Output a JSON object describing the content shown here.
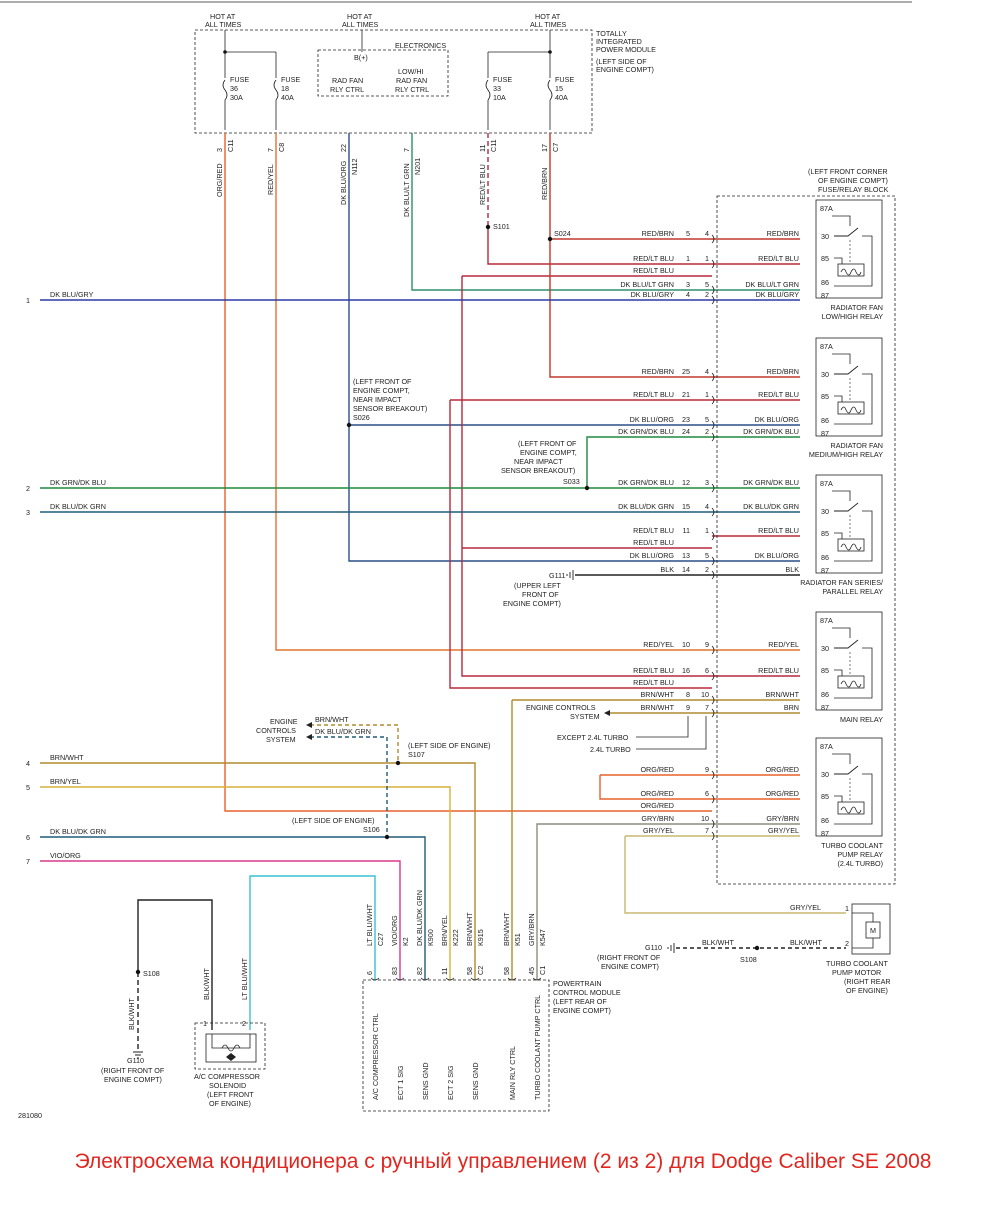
{
  "diagram_id": "281080",
  "caption": "Электросхема кондиционера с ручный управлением (2 из 2) для Dodge Caliber SE 2008",
  "colors": {
    "org_red": "#e8602c",
    "red_yel": "#e2752f",
    "dk_blu_org": "#2a4f8a",
    "dk_blu_lt_grn": "#2d8f6a",
    "red_lt_blu": "#b8283c",
    "red_brn": "#c0392b",
    "dk_blu_gry": "#2b3aa8",
    "dk_grn_dk_blu": "#1e8a3e",
    "dk_blu_dk_grn": "#1f5c78",
    "brn_wht": "#b08a2e",
    "brn_yel": "#d9b13a",
    "vio_org": "#d93a8a",
    "lt_blu_wht": "#39c0d0",
    "blk_wht": "#222222",
    "blk": "#222222",
    "gry_blu": "#8a8f7a",
    "gry_yel": "#c8b870",
    "grn_brn": "#6b8a3a",
    "caption": "#e0261f"
  },
  "tipm": {
    "hot": [
      "HOT AT",
      "ALL TIMES"
    ],
    "title": [
      "TOTALLY",
      "INTEGRATED",
      "POWER MODULE",
      "(LEFT SIDE OF",
      "ENGINE COMPT)"
    ],
    "electronics": "ELECTRONICS",
    "bplus": "B(+)",
    "rad_fan": [
      "RAD FAN",
      "RLY CTRL"
    ],
    "low_hi": [
      "LOW/HI",
      "RAD FAN",
      "RLY CTRL"
    ],
    "fuses": [
      {
        "label": [
          "FUSE",
          "36",
          "30A"
        ]
      },
      {
        "label": [
          "FUSE",
          "18",
          "40A"
        ]
      },
      {
        "label": [
          "FUSE",
          "33",
          "10A"
        ]
      },
      {
        "label": [
          "FUSE",
          "15",
          "40A"
        ]
      }
    ],
    "pins": [
      {
        "pin": "3",
        "conn": "C11",
        "wire": "ORG/RED"
      },
      {
        "pin": "7",
        "conn": "C8",
        "wire": "RED/YEL"
      },
      {
        "pin": "22",
        "conn": "N112",
        "wire": "DK BLU/ORG"
      },
      {
        "pin": "7",
        "conn": "N201",
        "wire": "DK BLU/LT GRN"
      },
      {
        "pin": "11",
        "conn": "C11",
        "wire": "RED/LT BLU"
      },
      {
        "pin": "17",
        "conn": "C7",
        "wire": "RED/BRN"
      }
    ]
  },
  "fuse_block": {
    "title": [
      "(LEFT FRONT CORNER",
      "OF ENGINE COMPT)",
      "FUSE/RELAY BLOCK"
    ],
    "relays": [
      {
        "name": [
          "RADIATOR FAN",
          "LOW/HIGH RELAY"
        ]
      },
      {
        "name": [
          "RADIATOR FAN",
          "MEDIUM/HIGH RELAY"
        ]
      },
      {
        "name": [
          "RADIATOR FAN SERIES/",
          "PARALLEL RELAY"
        ]
      },
      {
        "name": [
          "MAIN RELAY"
        ]
      },
      {
        "name": [
          "TURBO COOLANT",
          "PUMP RELAY",
          "(2.4L TURBO)"
        ]
      }
    ],
    "terms": [
      "87A",
      "30",
      "85",
      "86",
      "87"
    ]
  },
  "splices": {
    "s101": "S101",
    "s024": "S024",
    "s026": [
      "(LEFT FRONT OF",
      "ENGINE COMPT,",
      "NEAR IMPACT",
      "SENSOR BREAKOUT)",
      "S026"
    ],
    "s033": [
      "(LEFT FRONT OF",
      "ENGINE COMPT,",
      "NEAR IMPACT",
      "SENSOR BREAKOUT)",
      "S033"
    ],
    "g111": [
      "G111",
      "(UPPER LEFT",
      "FRONT OF",
      "ENGINE COMPT)"
    ],
    "s107": [
      "(LEFT SIDE OF ENGINE)",
      "S107"
    ],
    "s106": [
      "(LEFT SIDE OF ENGINE)",
      "S106"
    ],
    "s108a": "S108",
    "s108b": "S108",
    "g110a": [
      "G110",
      "(RIGHT FRONT OF",
      "ENGINE COMPT)"
    ],
    "g110b": [
      "G110",
      "(RIGHT FRONT OF",
      "ENGINE COMPT)"
    ]
  },
  "rows": [
    {
      "left": "RED/BRN",
      "circ": "5",
      "pin": "4",
      "right": "RED/BRN"
    },
    {
      "left": "RED/LT BLU",
      "circ": "1",
      "pin": "1",
      "right": "RED/LT BLU"
    },
    {
      "left": "RED/LT BLU",
      "circ": "",
      "pin": "",
      "right": ""
    },
    {
      "left": "DK BLU/LT GRN",
      "circ": "3",
      "pin": "5",
      "right": "DK BLU/LT GRN"
    },
    {
      "left": "DK BLU/GRY",
      "circ": "4",
      "pin": "2",
      "right": "DK BLU/GRY"
    },
    {
      "left": "RED/BRN",
      "circ": "25",
      "pin": "4",
      "right": "RED/BRN"
    },
    {
      "left": "RED/LT BLU",
      "circ": "21",
      "pin": "1",
      "right": "RED/LT BLU"
    },
    {
      "left": "DK BLU/ORG",
      "circ": "23",
      "pin": "5",
      "right": "DK BLU/ORG"
    },
    {
      "left": "DK GRN/DK BLU",
      "circ": "24",
      "pin": "2",
      "right": "DK GRN/DK BLU"
    },
    {
      "left": "DK GRN/DK BLU",
      "circ": "12",
      "pin": "3",
      "right": "DK GRN/DK BLU"
    },
    {
      "left": "DK BLU/DK GRN",
      "circ": "15",
      "pin": "4",
      "right": "DK BLU/DK GRN"
    },
    {
      "left": "RED/LT BLU",
      "circ": "11",
      "pin": "1",
      "right": "RED/LT BLU"
    },
    {
      "left": "RED/LT BLU",
      "circ": "",
      "pin": "",
      "right": ""
    },
    {
      "left": "DK BLU/ORG",
      "circ": "13",
      "pin": "5",
      "right": "DK BLU/ORG"
    },
    {
      "left": "BLK",
      "circ": "14",
      "pin": "2",
      "right": "BLK"
    },
    {
      "left": "RED/YEL",
      "circ": "10",
      "pin": "9",
      "right": "RED/YEL"
    },
    {
      "left": "RED/LT BLU",
      "circ": "16",
      "pin": "6",
      "right": "RED/LT BLU"
    },
    {
      "left": "RED/LT BLU",
      "circ": "",
      "pin": "",
      "right": ""
    },
    {
      "left": "BRN/WHT",
      "circ": "8",
      "pin": "10",
      "right": "BRN/WHT"
    },
    {
      "left": "BRN/WHT",
      "circ": "9",
      "pin": "7",
      "right": "BRN"
    },
    {
      "left": "ORG/RED",
      "circ": "",
      "pin": "9",
      "right": "ORG/RED"
    },
    {
      "left": "ORG/RED",
      "circ": "",
      "pin": "6",
      "right": "ORG/RED"
    },
    {
      "left": "ORG/RED",
      "circ": "",
      "pin": "",
      "right": ""
    },
    {
      "left": "GRY/BRN",
      "circ": "",
      "pin": "10",
      "right": "GRY/BRN"
    },
    {
      "left": "GRY/YEL",
      "circ": "",
      "pin": "7",
      "right": "GRY/YEL"
    }
  ],
  "ecs": [
    "ENGINE CONTROLS",
    "SYSTEM"
  ],
  "except_turbo": "EXCEPT 2.4L TURBO",
  "turbo": "2.4L TURBO",
  "ecs2": {
    "title": [
      "ENGINE",
      "CONTROLS",
      "SYSTEM"
    ],
    "w1": "BRN/WHT",
    "w2": "DK BLU/DK GRN"
  },
  "left_inputs": [
    {
      "num": "1",
      "wire": "DK BLU/GRY"
    },
    {
      "num": "2",
      "wire": "DK GRN/DK BLU"
    },
    {
      "num": "3",
      "wire": "DK BLU/DK GRN"
    },
    {
      "num": "4",
      "wire": "BRN/WHT"
    },
    {
      "num": "5",
      "wire": "BRN/YEL"
    },
    {
      "num": "6",
      "wire": "DK BLU/DK GRN"
    },
    {
      "num": "7",
      "wire": "VIO/ORG"
    }
  ],
  "pcm": {
    "title": [
      "POWERTRAIN",
      "CONTROL MODULE",
      "(LEFT REAR OF",
      "ENGINE COMPT)"
    ],
    "pins": [
      {
        "wire": "LT BLU/WHT",
        "circ": "C27",
        "pin": "6",
        "conn": "",
        "func": "A/C COMPRESSOR CTRL"
      },
      {
        "wire": "VIO/ORG",
        "circ": "K2",
        "pin": "83",
        "conn": "",
        "func": "ECT 1 SIG"
      },
      {
        "wire": "DK BLU/DK GRN",
        "circ": "K900",
        "pin": "82",
        "conn": "",
        "func": "SENS GND"
      },
      {
        "wire": "BRN/YEL",
        "circ": "K222",
        "pin": "11",
        "conn": "",
        "func": "ECT 2 SIG"
      },
      {
        "wire": "BRN/WHT",
        "circ": "K915",
        "pin": "58",
        "conn": "C2",
        "func": "SENS GND"
      },
      {
        "wire": "BRN/WHT",
        "circ": "K51",
        "pin": "58",
        "conn": "",
        "func": "MAIN RLY CTRL"
      },
      {
        "wire": "GRY/BRN",
        "circ": "K547",
        "pin": "45",
        "conn": "C1",
        "func": "TURBO COOLANT PUMP CTRL"
      }
    ]
  },
  "motor": {
    "title": [
      "TURBO COOLANT",
      "PUMP MOTOR",
      "(RIGHT REAR",
      "OF ENGINE)"
    ],
    "wire1": "GRY/YEL",
    "wire2": "BLK/WHT",
    "pin1": "1",
    "pin2": "2",
    "sym": "M"
  },
  "solenoid": {
    "title": [
      "A/C COMPRESSOR",
      "SOLENOID",
      "(LEFT FRONT",
      "OF ENGINE)"
    ],
    "wire1": "BLK/WHT",
    "wire2": "LT BLU/WHT",
    "pin1": "2",
    "pin2": "1"
  },
  "blk_wht": "BLK/WHT"
}
